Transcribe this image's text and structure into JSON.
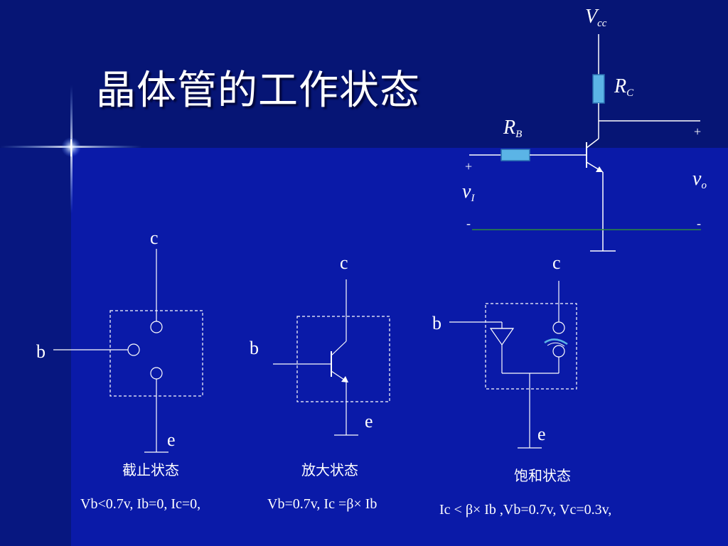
{
  "slide": {
    "title": "晶体管的工作状态"
  },
  "amplifier_circuit": {
    "vcc_main": "V",
    "vcc_sub": "cc",
    "rc_main": "R",
    "rc_sub": "C",
    "rb_main": "R",
    "rb_sub": "B",
    "input_plus": "+",
    "input_minus": "-",
    "input_main": "v",
    "input_sub": "I",
    "output_plus": "+",
    "output_minus": "-",
    "output_main": "v",
    "output_sub": "o",
    "resistor_color": "#5bb4e6",
    "ground_rail_color": "#2e8b3c"
  },
  "states": [
    {
      "name": "截止状态",
      "condition": "Vb<0.7v, Ib=0, Ic=0,",
      "collector_label": "c",
      "base_label": "b",
      "emitter_label": "e"
    },
    {
      "name": "放大状态",
      "condition": "Vb=0.7v, Ic =β× Ib",
      "collector_label": "c",
      "base_label": "b",
      "emitter_label": "e"
    },
    {
      "name": "饱和状态",
      "condition": "Ic < β× Ib ,Vb=0.7v, Vc=0.3v,",
      "collector_label": "c",
      "base_label": "b",
      "emitter_label": "e"
    }
  ],
  "colors": {
    "background": "#0a1aa8",
    "header_band": "#061575",
    "line": "#ffffff"
  }
}
